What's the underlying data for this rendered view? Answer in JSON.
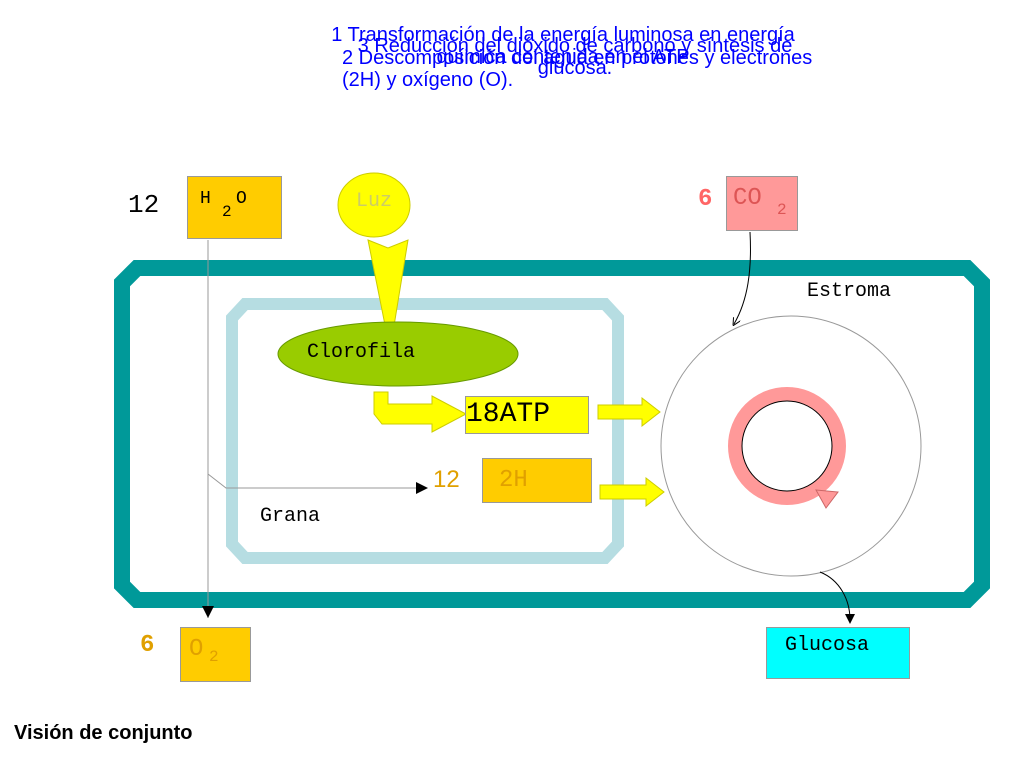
{
  "steps": [
    "1 Transformación de la energía luminosa en energía química contenida en el ATP",
    "2 Descomposición del agua en protones y electrones (2H) y oxígeno (O).",
    "3 Reducción del dióxido de carbono y síntesis de glucosa."
  ],
  "water": {
    "count": "12",
    "h": "H",
    "sub": "2",
    "o": "O"
  },
  "light": "Luz",
  "co2": {
    "count": "6",
    "co": "CO",
    "sub": "2"
  },
  "stroma_label": "Estroma",
  "chlorophyll_label": "Clorofila",
  "atp_label": "18ATP",
  "hydrogen": {
    "count": "12",
    "label": "2H"
  },
  "grana_label": "Grana",
  "oxygen": {
    "count": "6",
    "o": "O",
    "sub": "2"
  },
  "glucose_label": "Glucosa",
  "title": "Visión de conjunto",
  "colors": {
    "chloroplast_border": "#009999",
    "grana_border": "#b6dde2",
    "orange_box": "#ffcc00",
    "yellow": "#ffff00",
    "green": "#99cc00",
    "pink": "#ff9999",
    "cyan": "#00ffff",
    "step_text": "#0000ff"
  }
}
